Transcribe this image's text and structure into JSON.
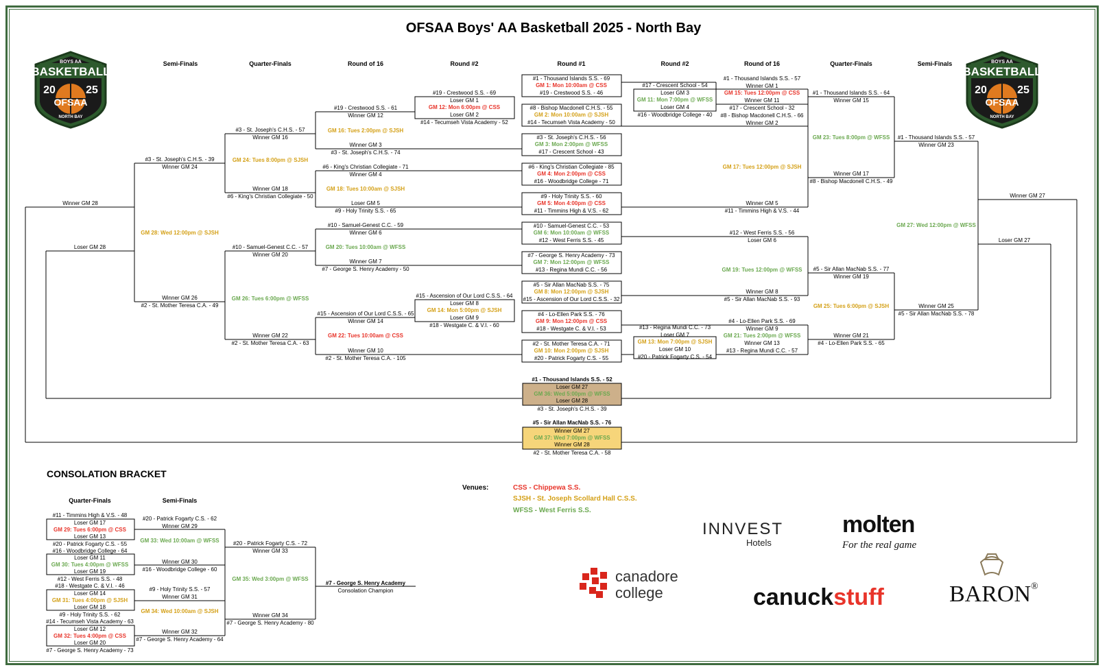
{
  "title": "OFSAA Boys' AA Basketball 2025 - North Bay",
  "badge": {
    "top": "BOYS AA",
    "main": "BASKETBALL",
    "year_left": "20",
    "year_right": "25",
    "org": "OFSAA",
    "city": "NORTH BAY"
  },
  "headers": {
    "left_sf": "Semi-Finals",
    "left_qf": "Quarter-Finals",
    "left_r16": "Round of 16",
    "left_r2": "Round #2",
    "r1": "Round #1",
    "right_r2": "Round #2",
    "right_r16": "Round of 16",
    "right_qf": "Quarter-Finals",
    "right_sf": "Semi-Finals"
  },
  "round1": [
    {
      "top": "#1 - Thousand Islands S.S. - 69",
      "game": "GM 1: Mon 10:00am @ CSS",
      "bottom": "#19 - Crestwood S.S. - 46"
    },
    {
      "top": "#8 - Bishop Macdonell C.H.S. - 55",
      "game": "GM 2: Mon 10:00am @ SJSH",
      "bottom": "#14 - Tecumseh Vista Academy - 50"
    },
    {
      "top": "#3 - St. Joseph's C.H.S. - 56",
      "game": "GM 3: Mon 2:00pm @ WFSS",
      "bottom": "#17 - Crescent School - 43"
    },
    {
      "top": "#6 - King's Christian Collegiate - 85",
      "game": "GM 4: Mon 2:00pm @ CSS",
      "bottom": "#16 - Woodbridge College - 71"
    },
    {
      "top": "#9 - Holy Trinity S.S. - 60",
      "game": "GM 5: Mon 4:00pm @ CSS",
      "bottom": "#11 - Timmins High & V.S. - 62"
    },
    {
      "top": "#10 - Samuel-Genest C.C. - 53",
      "game": "GM 6: Mon 10:00am @ WFSS",
      "bottom": "#12 - West Ferris S.S. - 45"
    },
    {
      "top": "#7 - George S. Henry Academy - 73",
      "game": "GM 7: Mon 12:00pm @ WFSS",
      "bottom": "#13 - Regina Mundi C.C. - 56"
    },
    {
      "top": "#5 - Sir Allan MacNab S.S. - 75",
      "game": "GM 8: Mon 12:00pm @ SJSH",
      "bottom": "#15 - Ascension of Our Lord C.S.S. - 32"
    },
    {
      "top": "#4 - Lo-Ellen Park S.S. - 76",
      "game": "GM 9: Mon 12:00pm @ CSS",
      "bottom": "#18 - Westgate C. & V.I. - 53"
    },
    {
      "top": "#2 - St. Mother Teresa C.A. - 71",
      "game": "GM 10: Mon 2:00pm @ SJSH",
      "bottom": "#20 - Patrick Fogarty C.S. - 55"
    }
  ],
  "left_r2": [
    {
      "top": "#19 - Crestwood S.S. - 69",
      "l1": "Loser GM 1",
      "game": "GM 12: Mon 6:00pm @ CSS",
      "l2": "Loser GM 2",
      "bottom": "#14 - Tecumseh Vista Academy - 52"
    },
    {
      "top": "#15 - Ascension of Our Lord C.S.S. - 64",
      "l1": "Loser GM 8",
      "game": "GM 14: Mon 5:00pm @ SJSH",
      "l2": "Loser GM 9",
      "bottom": "#18 - Westgate C. & V.I. - 60"
    }
  ],
  "right_r2": [
    {
      "top": "#17 - Crescent School - 54",
      "l1": "Loser GM 3",
      "game": "GM 11: Mon 7:00pm @ WFSS",
      "l2": "Loser GM 4",
      "bottom": "#16 - Woodbridge College - 40"
    },
    {
      "top": "#13 - Regina Mundi C.C. - 73",
      "l1": "Loser GM 7",
      "game": "GM 13: Mon 7:00pm @ SJSH",
      "l2": "Loser GM 10",
      "bottom": "#20 - Patrick Fogarty C.S. - 54"
    }
  ],
  "left_r16": [
    {
      "top": "#19 - Crestwood S.S. - 61",
      "w1": "Winner GM 12",
      "game": "GM 16: Tues 2:00pm @ SJSH",
      "w2": "Winner GM 3",
      "bottom": "#3 - St. Joseph's C.H.S. - 74"
    },
    {
      "top": "#6 - King's Christian Collegiate - 71",
      "w1": "Winner GM 4",
      "game": "GM 18: Tues 10:00am @ SJSH",
      "w2": "Loser GM 5",
      "bottom": "#9 - Holy Trinity S.S. - 65"
    },
    {
      "top": "#10 - Samuel-Genest C.C. - 59",
      "w1": "Winner GM 6",
      "game": "GM 20: Tues 10:00am @ WFSS",
      "w2": "Winner GM 7",
      "bottom": "#7 - George S. Henry Academy - 50"
    },
    {
      "top": "#15 - Ascension of Our Lord C.S.S. - 65",
      "w1": "Winner GM 14",
      "game": "GM 22: Tues 10:00am @ CSS",
      "w2": "Winner GM 10",
      "bottom": "#2 - St. Mother Teresa C.A. - 105"
    }
  ],
  "right_r16": [
    {
      "top": "#1 - Thousand Islands S.S. - 57",
      "w1": "Winner GM 1",
      "game": "GM 15: Tues 12:00pm @ CSS",
      "w2": "Winner GM 11",
      "mid": "#17 - Crescent School - 32"
    },
    {
      "top": "#8 - Bishop Macdonell C.H.S. - 66",
      "w1": "Winner GM 2",
      "game": "GM 17: Tues 12:00pm @ SJSH",
      "w2": "Winner GM 5",
      "bottom": "#11 - Timmins High & V.S. - 44"
    },
    {
      "top": "#12 - West Ferris S.S. - 56",
      "w1": "Loser GM 6",
      "game": "GM 19: Tues 12:00pm @ WFSS",
      "w2": "Winner GM 8",
      "bottom": "#5 - Sir Allan MacNab S.S. - 93"
    },
    {
      "top": "#4 - Lo-Ellen Park S.S. - 69",
      "w1": "Winner GM 9",
      "game": "GM 21: Tues 2:00pm @ WFSS",
      "w2": "Winner GM 13",
      "bottom": "#13 - Regina Mundi C.C. - 57"
    }
  ],
  "left_qf": [
    {
      "top": "#3 - St. Joseph's C.H.S. - 57",
      "w1": "Winner GM 16",
      "game": "GM 24: Tues 8:00pm @ SJSH",
      "w2": "Winner GM 18",
      "bottom": "#6 - King's Christian Collegiate - 50"
    },
    {
      "top": "#10 - Samuel-Genest C.C. - 57",
      "w1": "Winner GM 20",
      "game": "GM 26: Tues 6:00pm @ WFSS",
      "w2": "Winner GM 22",
      "bottom": "#2 - St. Mother Teresa C.A. - 63"
    }
  ],
  "right_qf": [
    {
      "top": "#1 - Thousand Islands S.S. - 64",
      "w1": "Winner GM 15",
      "game": "GM 23: Tues 8:00pm @ WFSS",
      "w2": "Winner GM 17",
      "bottom": "#8 - Bishop Macdonell C.H.S. - 49"
    },
    {
      "top": "#5 - Sir Allan MacNab S.S. - 77",
      "w1": "Winner GM 19",
      "game": "GM 25: Tues 6:00pm @ SJSH",
      "w2": "Winner GM 21",
      "bottom": "#4 - Lo-Ellen Park S.S. - 65"
    }
  ],
  "left_sf": {
    "top": "#3 - St. Joseph's C.H.S. - 39",
    "w1": "Winner GM 24",
    "game": "GM 28: Wed 12:00pm @ SJSH",
    "w2": "Winner GM 26",
    "bottom": "#2 - St. Mother Teresa C.A. - 49"
  },
  "right_sf": {
    "top": "#1 - Thousand Islands S.S. - 57",
    "w1": "Winner GM 23",
    "game": "GM 27: Wed 12:00pm @ WFSS",
    "w2": "Winner GM 25",
    "bottom": "#5 - Sir Allan MacNab S.S. - 78"
  },
  "left_winner_28": "Winner GM 28",
  "left_loser_28": "Loser GM 28",
  "right_winner_27": "Winner GM 27",
  "right_loser_27": "Loser GM 27",
  "third_place": {
    "top": "#1 - Thousand Islands S.S. - 52",
    "l1": "Loser GM 27",
    "game": "GM 36: Wed 5:00pm @ WFSS",
    "l2": "Loser GM 28",
    "bottom": "#3 - St. Joseph's C.H.S. - 39"
  },
  "final": {
    "top": "#5 - Sir Allan MacNab S.S. - 76",
    "l1": "Winner GM 27",
    "game": "GM 37: Wed 7:00pm @ WFSS",
    "l2": "Winner GM 28",
    "bottom": "#2 - St. Mother Teresa C.A. - 58"
  },
  "consolation": {
    "title": "CONSOLATION BRACKET",
    "qf_header": "Quarter-Finals",
    "sf_header": "Semi-Finals",
    "qf": [
      {
        "top": "#11 - Timmins High & V.S. - 48",
        "l1": "Loser GM 17",
        "game": "GM 29: Tues 6:00pm @ CSS",
        "l2": "Loser GM 13",
        "bottom": "#20 - Patrick Fogarty C.S. - 55"
      },
      {
        "top": "#16 - Woodbridge College - 64",
        "l1": "Loser GM 11",
        "game": "GM 30: Tues 4:00pm @ WFSS",
        "l2": "Loser GM 19",
        "bottom": "#12 - West Ferris S.S. - 48"
      },
      {
        "top": "#18 - Westgate C. & V.I. - 46",
        "l1": "Loser GM 14",
        "game": "GM 31: Tues 4:00pm @ SJSH",
        "l2": "Loser GM 18",
        "bottom": "#9 - Holy Trinity S.S. - 62"
      },
      {
        "top": "#14 - Tecumseh Vista Academy - 63",
        "l1": "Loser GM 12",
        "game": "GM 32: Tues 4:00pm @ CSS",
        "l2": "Loser GM 20",
        "bottom": "#7 - George S. Henry Academy - 73"
      }
    ],
    "sf": [
      {
        "top": "#20 - Patrick Fogarty C.S. - 62",
        "w1": "Winner GM 29",
        "game": "GM 33: Wed 10:00am @ WFSS",
        "w2": "Winner GM 30",
        "bottom": "#16 - Woodbridge College - 60"
      },
      {
        "top": "#9 - Holy Trinity S.S. - 57",
        "w1": "Winner GM 31",
        "game": "GM 34: Wed 10:00am @ SJSH",
        "w2": "Winner GM 32",
        "bottom": "#7 - George S. Henry Academy - 64"
      }
    ],
    "final": {
      "top": "#20 - Patrick Fogarty C.S. - 72",
      "w1": "Winner GM 33",
      "game": "GM 35: Wed 3:00pm @ WFSS",
      "w2": "Winner GM 34",
      "bottom": "#7 - George S. Henry Academy - 80"
    },
    "champion": "#7 - George S. Henry Academy",
    "champion_label": "Consolation Champion"
  },
  "venues": {
    "label": "Venues:",
    "css": "CSS - Chippewa S.S.",
    "sjsh": "SJSH - St. Joseph Scollard Hall C.S.S.",
    "wfss": "WFSS - West Ferris S.S."
  },
  "sponsors": {
    "innvest": "INNVEST",
    "innvest_sub": "Hotels",
    "molten": "molten",
    "molten_sub": "For the real game",
    "canadore": "canadore",
    "canadore_sub": "college",
    "canuckstuff_a": "canuck",
    "canuckstuff_b": "stuff",
    "baron": "BARON",
    "baron_mark": "®"
  },
  "colors": {
    "css": "#e8342a",
    "sjsh": "#d4a017",
    "wfss": "#6aa84f",
    "border": "#3f6b3f",
    "third_box": "#cdb08a",
    "final_box": "#f6d57a"
  }
}
